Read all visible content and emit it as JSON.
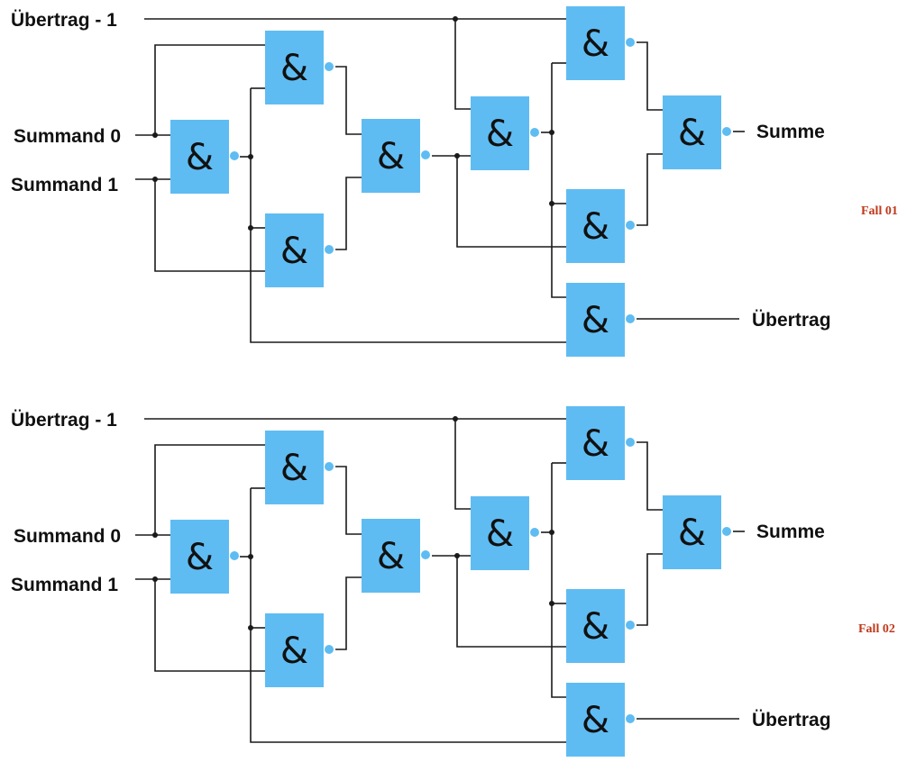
{
  "gate_symbol": "&",
  "labels": {
    "carry_in": "Übertrag - 1",
    "summand0": "Summand 0",
    "summand1": "Summand 1",
    "sum": "Summe",
    "carry_out": "Übertrag"
  },
  "colors": {
    "gate_fill": "#5fbcf2",
    "wire": "#1a1a1a",
    "case_label": "#c0391b"
  },
  "diagrams": [
    {
      "case_label": "Fall 01"
    },
    {
      "case_label": "Fall 02"
    }
  ]
}
